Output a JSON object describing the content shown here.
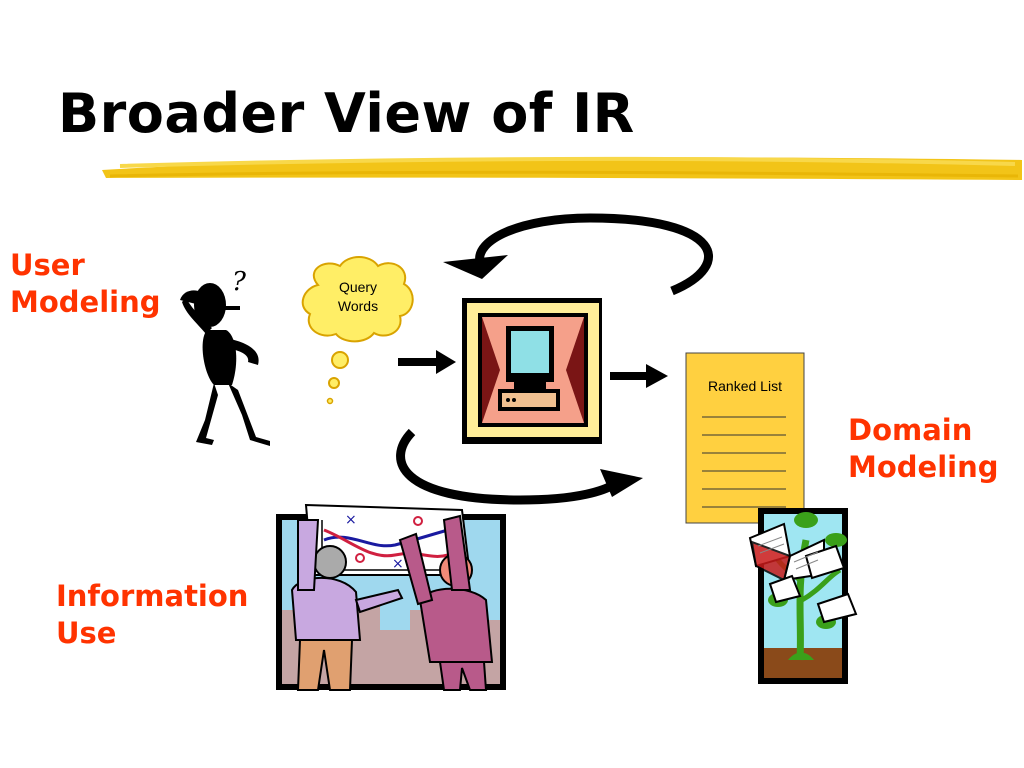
{
  "slide": {
    "title": "Broader View of IR"
  },
  "labels": {
    "user_modeling": [
      "User",
      "Modeling"
    ],
    "domain_modeling": [
      "Domain",
      "Modeling"
    ],
    "information_use": [
      "Information",
      "Use"
    ]
  },
  "query_bubble": {
    "lines": [
      "Query",
      "Words"
    ]
  },
  "ranked_list": {
    "title": "Ranked List"
  },
  "colors": {
    "title_text": "#000000",
    "label_red": "#ff3300",
    "underline_yellow": "#f2c418",
    "bubble_fill": "#ffee66",
    "list_fill": "#ffd040"
  },
  "icons": [
    "thinking-person-icon",
    "computer-icon",
    "ranked-list-icon",
    "book-tree-icon",
    "people-with-chart-icon"
  ]
}
